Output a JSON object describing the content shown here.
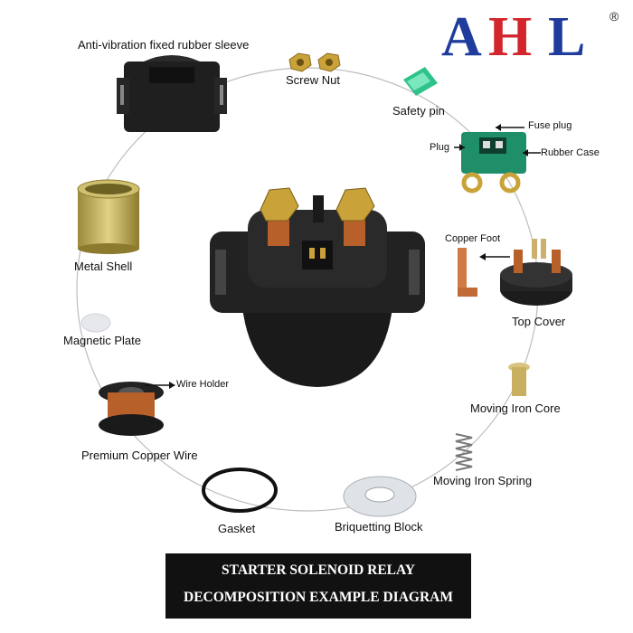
{
  "brand": {
    "logo_text": "AHL",
    "registered_mark": "®",
    "colors": {
      "blue": "#1f3c9c",
      "red": "#d3262c"
    }
  },
  "parts": {
    "rubber_sleeve": "Anti-vibration fixed rubber sleeve",
    "screw_nut": "Screw Nut",
    "safety_pin": "Safety pin",
    "fuse_plug": "Fuse plug",
    "plug": "Plug",
    "rubber_case": "Rubber Case",
    "metal_shell": "Metal Shell",
    "copper_foot": "Copper Foot",
    "top_cover": "Top Cover",
    "magnetic_plate": "Magnetic Plate",
    "wire_holder": "Wire Holder",
    "moving_iron_core": "Moving Iron Core",
    "copper_wire": "Premium Copper Wire",
    "moving_iron_spring": "Moving Iron Spring",
    "gasket": "Gasket",
    "briquetting_block": "Briquetting Block"
  },
  "banner": {
    "line1": "STARTER SOLENOID RELAY",
    "line2": "DECOMPOSITION EXAMPLE DIAGRAM"
  },
  "colors": {
    "rubber": "#1c1c1c",
    "gold": "#c9a23a",
    "copper": "#b8602a",
    "green": "#1f8f6a",
    "ring": "#b9b9b9"
  }
}
